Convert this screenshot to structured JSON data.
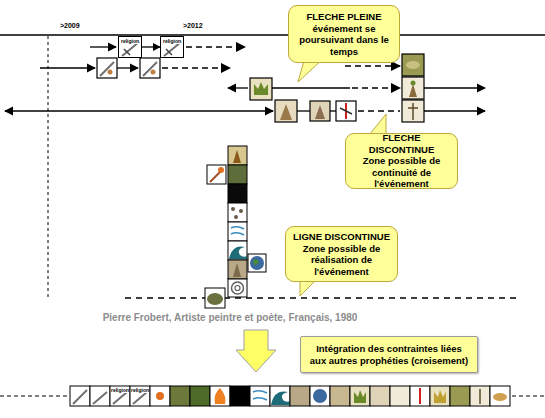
{
  "diagram": {
    "caption": "Pierre Frobert, Artiste peintre et poète, Français, 1980",
    "nodes": [
      {
        "text": [
          "FLECHE PLEINE",
          "événement se poursuivant dans le temps"
        ]
      },
      {
        "text": [
          "religion"
        ]
      },
      {
        "text": [
          "religion"
        ]
      },
      {
        "text": [
          "FLECHE DISCONTINUE",
          "Zone possible de continuité de l'événement"
        ]
      },
      {
        "text": [
          "LIGNE DISCONTINUE",
          "Zone possible de réalisation de l'événement"
        ]
      },
      {
        "text": [
          "Intégration des contraintes liées aux autres prophéties (croisement)"
        ]
      }
    ],
    "edges": [
      {
        "from": 1,
        "to": 2,
        "arrow": "to"
      }
    ],
    "labels": [
      ">2009",
      ">2012",
      "religion",
      "religion"
    ]
  }
}
